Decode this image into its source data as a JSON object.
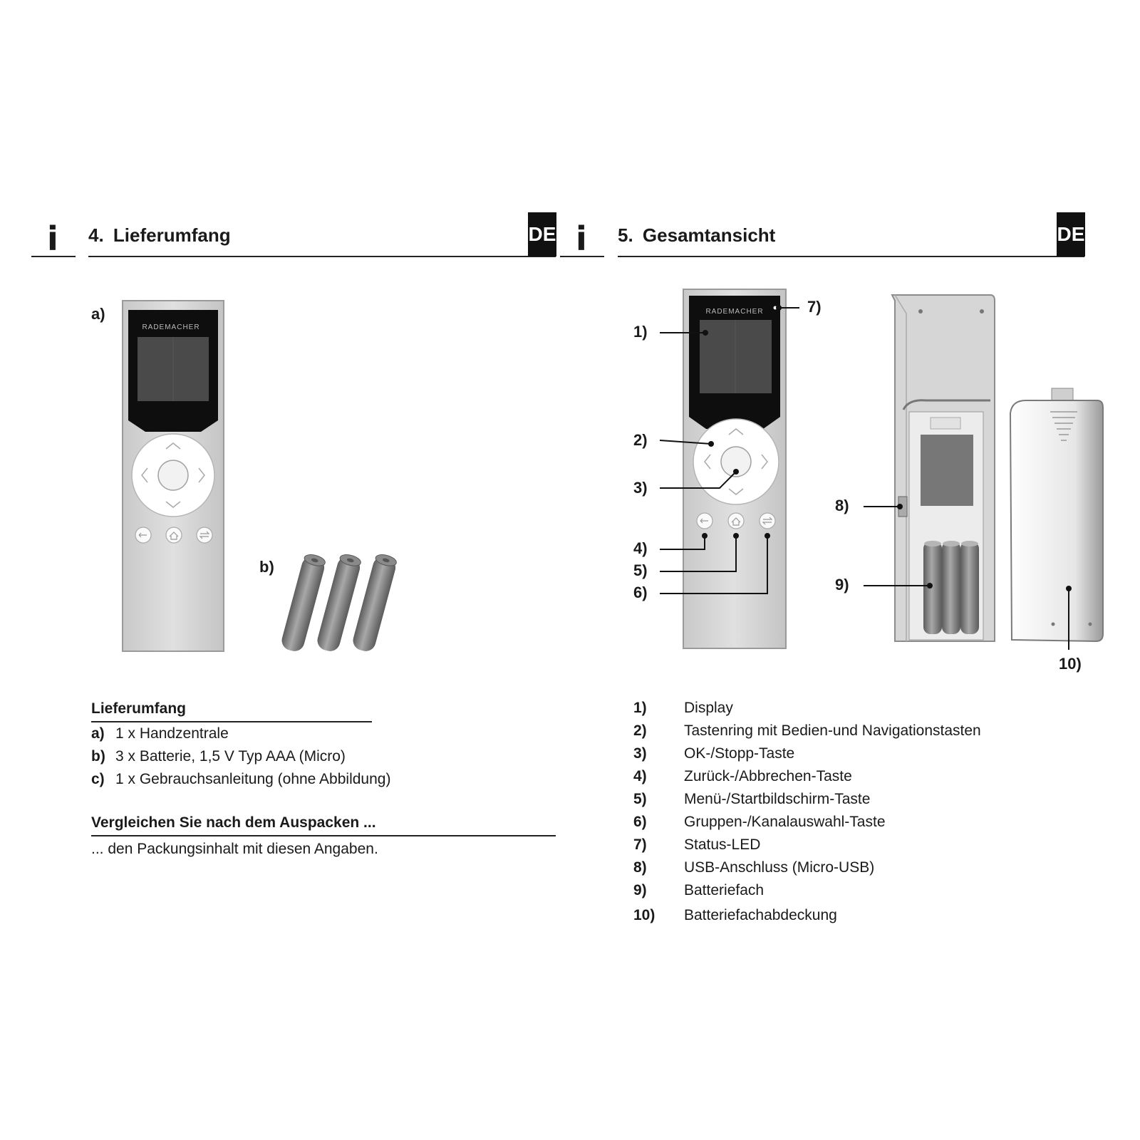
{
  "lang_badge": "DE",
  "info_glyph": "i",
  "left": {
    "section_number": "4.",
    "section_title": "Lieferumfang",
    "figure_a_label": "a)",
    "figure_b_label": "b)",
    "brand": "RADEMACHER",
    "subhead": "Lieferumfang",
    "items": [
      {
        "key": "a)",
        "text": "1 x Handzentrale"
      },
      {
        "key": "b)",
        "text": "3 x Batterie, 1,5 V Typ AAA (Micro)"
      },
      {
        "key": "c)",
        "text": "1 x Gebrauchsanleitung (ohne Abbildung)"
      }
    ],
    "compare_head": "Vergleichen Sie nach dem Auspacken ...",
    "compare_text": "... den Packungsinhalt mit diesen Angaben."
  },
  "right": {
    "section_number": "5.",
    "section_title": "Gesamtansicht",
    "brand": "RADEMACHER",
    "callouts": [
      "1)",
      "2)",
      "3)",
      "4)",
      "5)",
      "6)",
      "7)",
      "8)",
      "9)",
      "10)"
    ],
    "legend": [
      {
        "key": "1)",
        "text": "Display"
      },
      {
        "key": "2)",
        "text": "Tastenring mit Bedien-und Navigationstasten"
      },
      {
        "key": "3)",
        "text": "OK-/Stopp-Taste"
      },
      {
        "key": "4)",
        "text": "Zurück-/Abbrechen-Taste"
      },
      {
        "key": "5)",
        "text": "Menü-/Startbildschirm-Taste"
      },
      {
        "key": "6)",
        "text": "Gruppen-/Kanalauswahl-Taste"
      },
      {
        "key": "7)",
        "text": "Status-LED"
      },
      {
        "key": "8)",
        "text": "USB-Anschluss (Micro-USB)"
      },
      {
        "key": "9)",
        "text": "Batteriefach"
      },
      {
        "key": "10)",
        "text": "Batteriefachabdeckung"
      }
    ]
  },
  "colors": {
    "device_body": "#d8d8d8",
    "device_black": "#0e0e0e",
    "screen": "#4a4a4a",
    "battery": "#7d7d7d"
  }
}
